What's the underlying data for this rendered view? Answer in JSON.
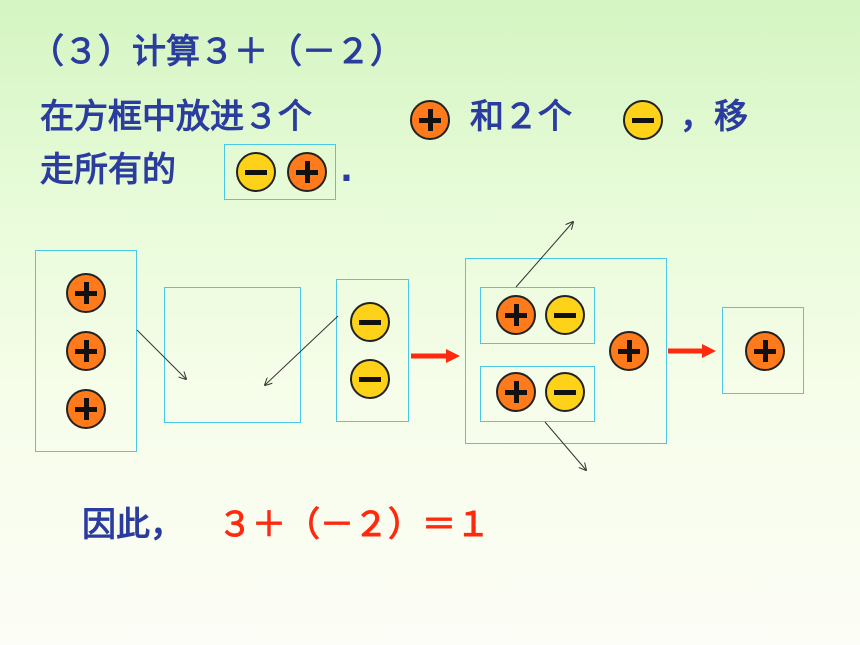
{
  "title": "（３）计算３＋（－２）",
  "instruction": {
    "part1": "在方框中放进３个",
    "part2": "和２个",
    "part3": "，移",
    "part4": "走所有的",
    "part5": "."
  },
  "conclusion": {
    "label": "因此，",
    "equation": "３＋（－２）＝１"
  },
  "colors": {
    "text": "#2a3c9e",
    "accent": "#ff2a0e",
    "plus_chip": "#ff7a1a",
    "minus_chip": "#ffd21a",
    "box_border": "#4ac8e8"
  },
  "icons": [
    "plus-chip-icon",
    "minus-chip-icon",
    "arrow-icon"
  ]
}
